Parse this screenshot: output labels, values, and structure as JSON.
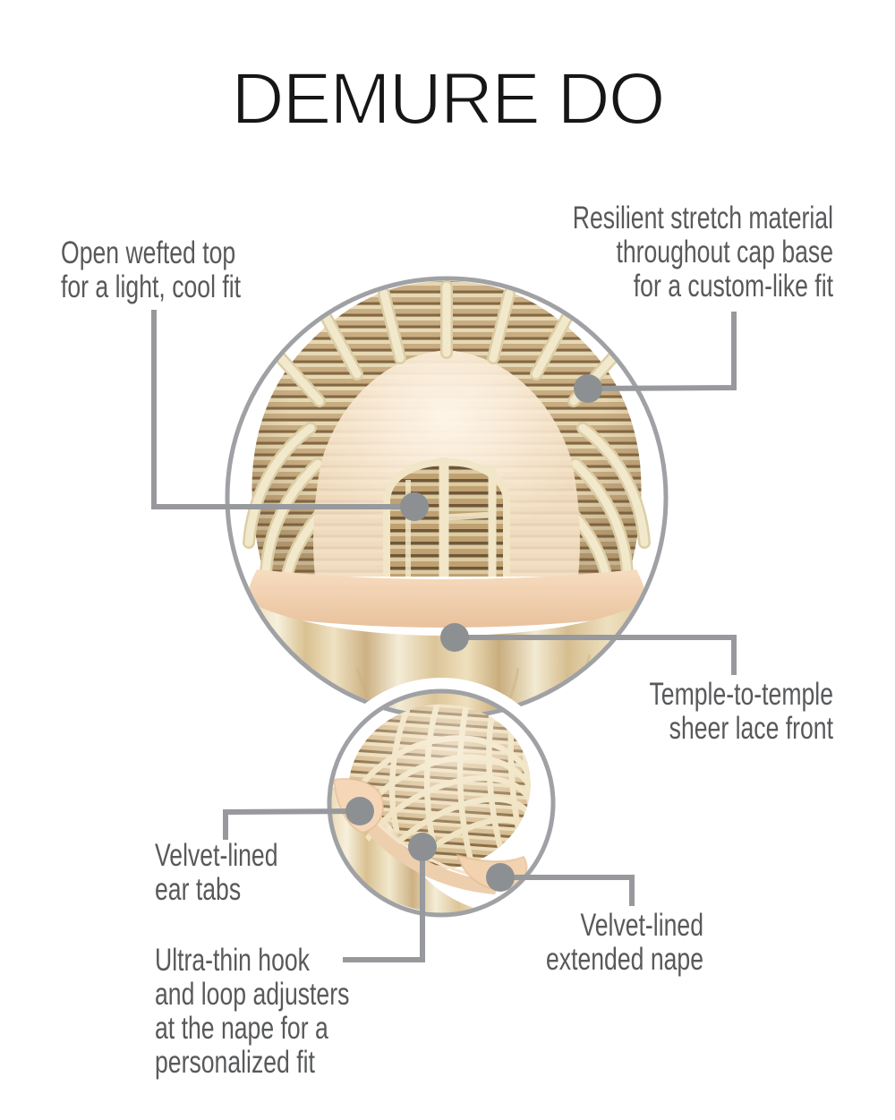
{
  "title": "DEMURE DO",
  "callouts": {
    "open_wefted_top": {
      "text": "Open wefted top\nfor a light, cool fit"
    },
    "resilient_stretch": {
      "text": "Resilient stretch material\nthroughout cap base\nfor a custom-like fit"
    },
    "lace_front": {
      "text": "Temple-to-temple\nsheer lace front"
    },
    "ear_tabs": {
      "text": "Velvet-lined\near tabs"
    },
    "nape_adjusters": {
      "text": "Ultra-thin hook\nand loop adjusters\nat the nape for a\npersonalized fit"
    },
    "extended_nape": {
      "text": "Velvet-lined\nextended nape"
    }
  },
  "illustration": {
    "main_view": "wig cap interior, top view inside circle",
    "detail_view": "wig cap side view inside smaller circle",
    "colors": {
      "title_text": "#161616",
      "label_text": "#58595b",
      "callout_line": "#97999c",
      "callout_dot": "#8d9093",
      "circle_outline": "#9fa1a4",
      "strap_cream": "#f2e9cd",
      "weft_tan": "#c9ad82",
      "weft_shadow": "#836844",
      "mesh_peach": "#f5e1c6",
      "band_peach": "#f3d7b7",
      "hair_blonde": "#e9dab5"
    }
  }
}
